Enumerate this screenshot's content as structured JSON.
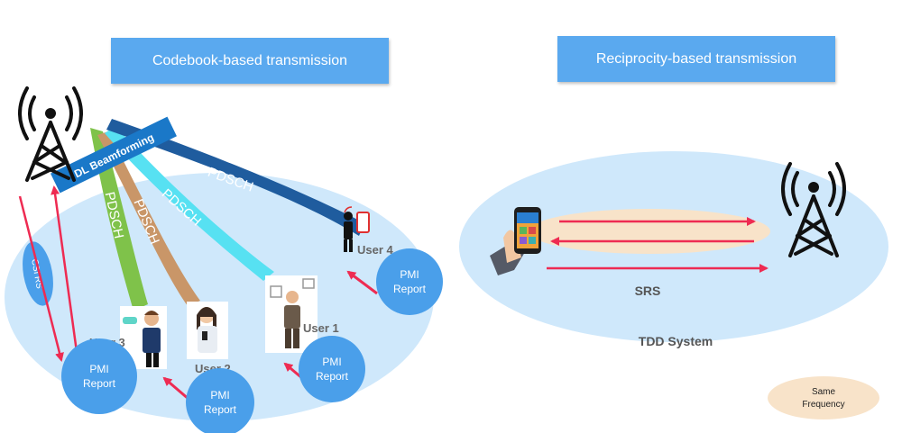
{
  "left_panel": {
    "title": "Codebook-based transmission",
    "beamforming_label": "DL Beamforming",
    "beam_labels": [
      "PDSCH",
      "PDSCH",
      "PDSCH",
      "PDSCH"
    ],
    "csi_label": "CSI RS",
    "users": [
      "User 1",
      "User 2",
      "User 3",
      "User 4"
    ],
    "pmi_report": {
      "line1": "PMI",
      "line2": "Report"
    }
  },
  "right_panel": {
    "title": "Reciprocity-based transmission",
    "srs_label": "SRS",
    "system_label": "TDD System",
    "note": {
      "line1": "Same",
      "line2": "Frequency"
    }
  },
  "colors": {
    "banner": "#5aa9ef",
    "ellipse": "#cfe8fb",
    "bubble": "#4a9fea",
    "arrow": "#ee2b52",
    "beam_green": "#7fc24a",
    "beam_brown": "#c99668",
    "beam_cyan": "#57e1f2",
    "beam_navy": "#1f5c9e",
    "peach": "#f8e3c9"
  }
}
